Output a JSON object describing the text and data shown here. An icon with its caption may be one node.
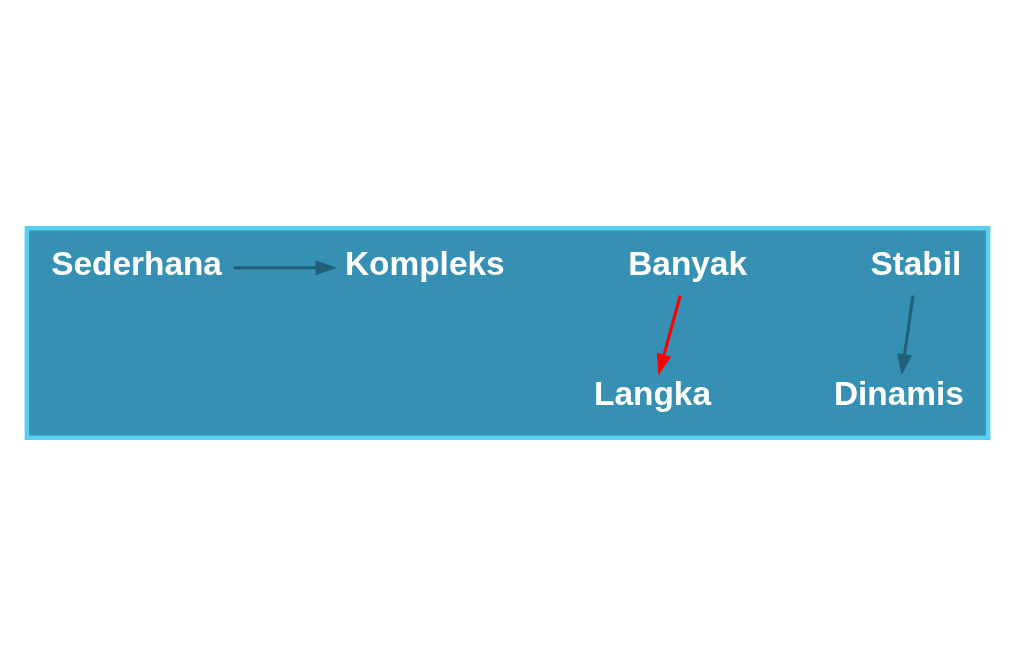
{
  "diagram": {
    "nodes": [
      {
        "text": [],
        "shape": "box"
      },
      {
        "text": [
          "Stabil"
        ],
        "in": 0
      },
      {
        "text": [
          "Banyak"
        ],
        "in": 0
      },
      {
        "text": [
          "Sederhana"
        ],
        "in": 0
      },
      {
        "text": [
          "Kompleks"
        ],
        "in": 0
      },
      {
        "text": [
          "Langka"
        ],
        "in": 0
      },
      {
        "text": [
          "Dinamis"
        ],
        "in": 0
      }
    ],
    "edges": [
      {
        "from": 1,
        "to": 6,
        "arrow": "to"
      },
      {
        "from": 3,
        "to": 4,
        "arrow": "to"
      },
      {
        "from": 2,
        "to": 5,
        "arrow": "to",
        "color": "#ff0000"
      }
    ]
  }
}
